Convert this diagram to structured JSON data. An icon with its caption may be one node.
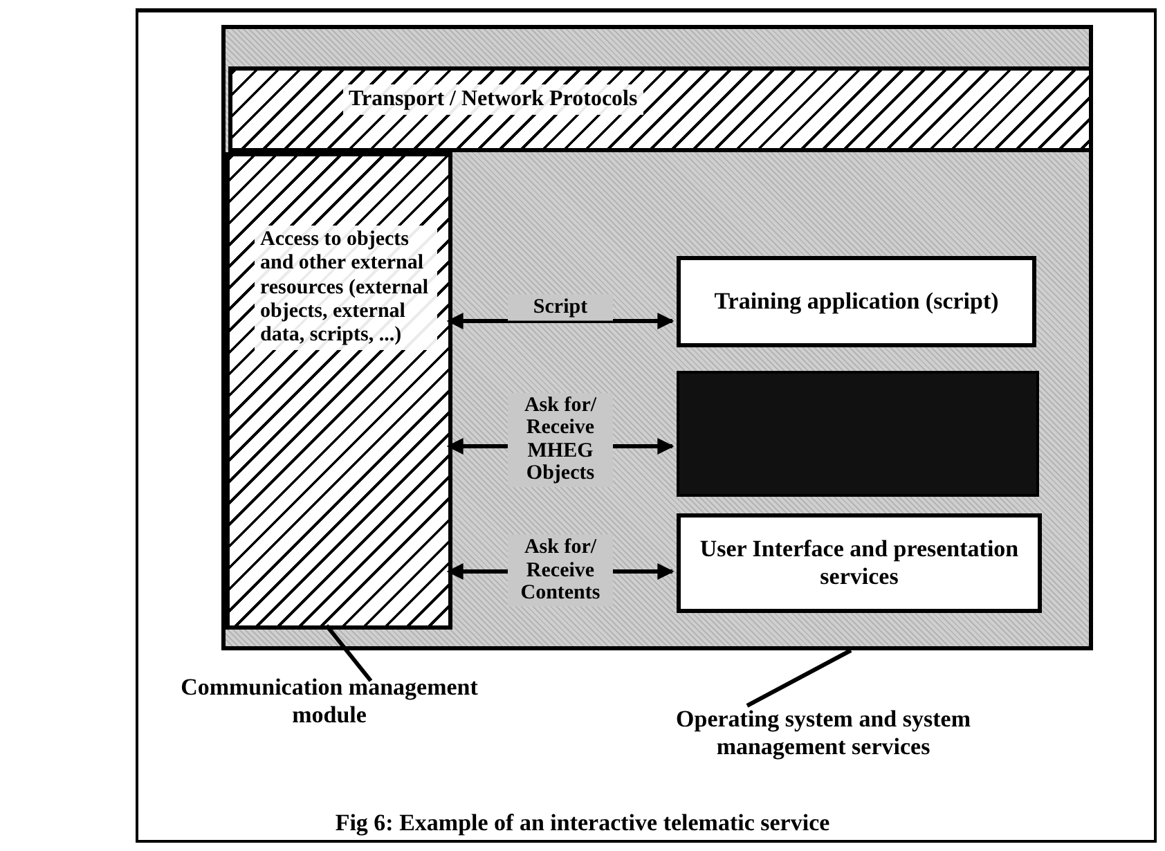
{
  "diagram": {
    "caption": "Fig 6: Example of an interactive telematic service",
    "nodes": [
      {
        "text": [],
        "shape": "box"
      },
      {
        "text": [
          "Transport / Network Protocols"
        ],
        "in": 0
      },
      {
        "text": [
          "Access to objects and other external resources (external objects, external data, scripts, ...)"
        ],
        "in": 0
      },
      {
        "text": [
          "Training application (script)"
        ],
        "in": 0
      },
      {
        "text": [],
        "shape": "box",
        "in": 0
      },
      {
        "text": [
          "User Interface and presentation services"
        ],
        "in": 0
      },
      {
        "text": [
          "Communication management module"
        ]
      },
      {
        "text": [
          "Operating system and system management services"
        ]
      }
    ],
    "edges": [
      {
        "from": 2,
        "to": 3,
        "arrow": "both",
        "label": "Script"
      },
      {
        "from": 2,
        "to": 4,
        "arrow": "both",
        "label": "Ask for/ Receive MHEG Objects"
      },
      {
        "from": 2,
        "to": 5,
        "arrow": "both",
        "label": "Ask for/ Receive Contents"
      },
      {
        "from": 6,
        "to": 2,
        "arrow": "none"
      },
      {
        "from": 7,
        "to": 0,
        "arrow": "none"
      }
    ]
  }
}
